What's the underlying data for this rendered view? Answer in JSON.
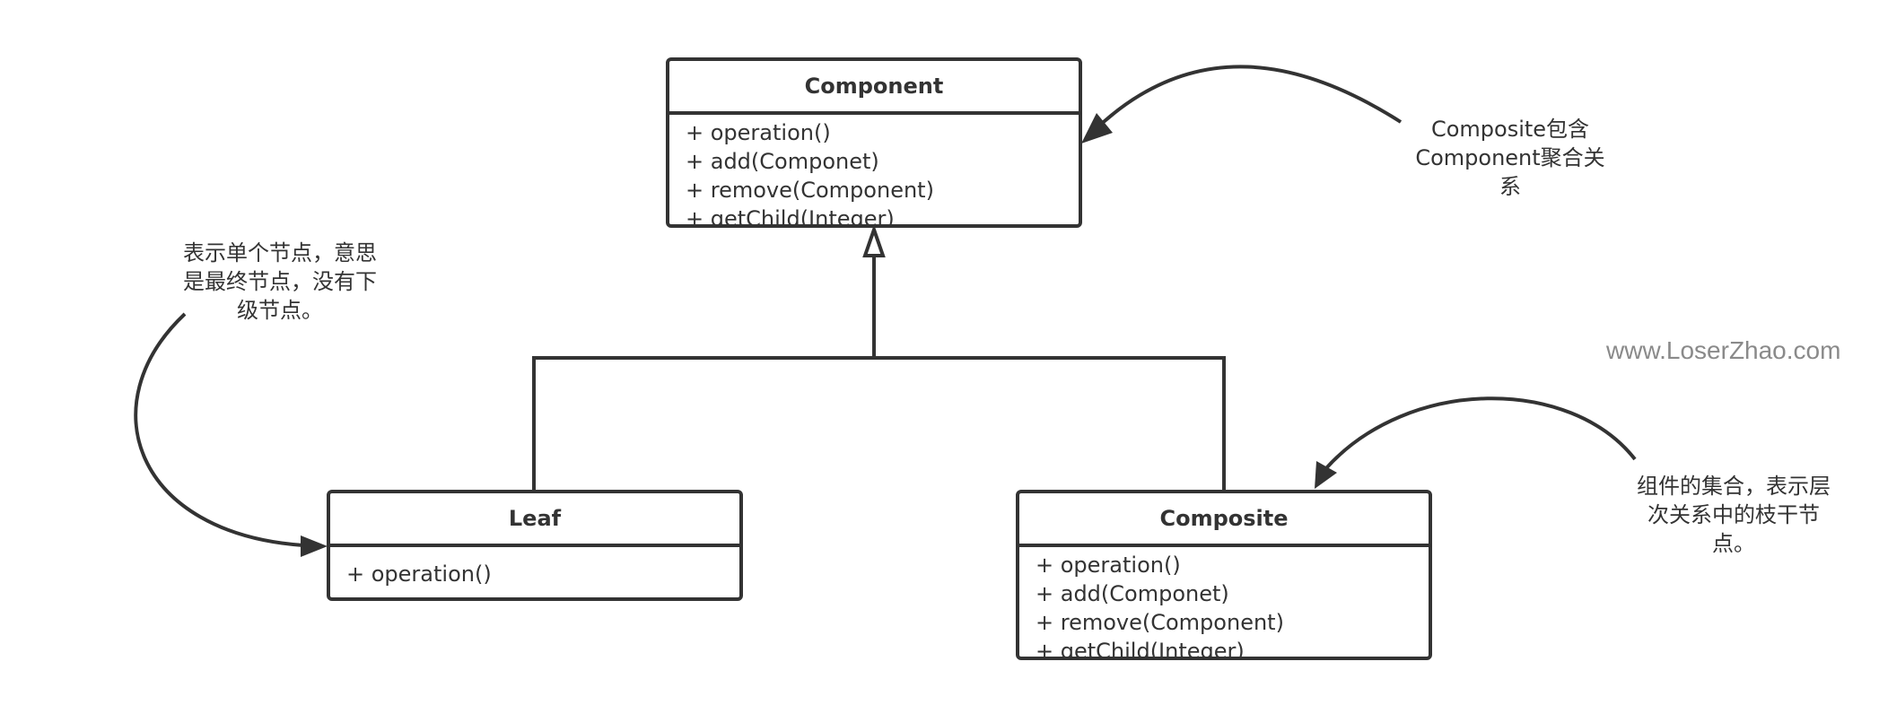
{
  "classes": {
    "component": {
      "name": "Component",
      "methods": [
        "+ operation()",
        "+ add(Componet)",
        "+ remove(Component)",
        "+ getChild(Integer)"
      ]
    },
    "leaf": {
      "name": "Leaf",
      "methods": [
        "+ operation()"
      ]
    },
    "composite": {
      "name": "Composite",
      "methods": [
        "+ operation()",
        "+ add(Componet)",
        "+ remove(Component)",
        "+ getChild(Integer)"
      ]
    }
  },
  "notes": {
    "component_note": [
      "Composite包含",
      "Component聚合关",
      "系"
    ],
    "leaf_note": [
      "表示单个节点，意思",
      "是最终节点，没有下",
      "级节点。"
    ],
    "composite_note": [
      "组件的集合，表示层",
      "次关系中的枝干节",
      "点。"
    ]
  },
  "watermark": "www.LoserZhao.com",
  "colors": {
    "stroke": "#333333",
    "text": "#333333",
    "watermark": "#8a8a8a",
    "background": "#ffffff"
  }
}
